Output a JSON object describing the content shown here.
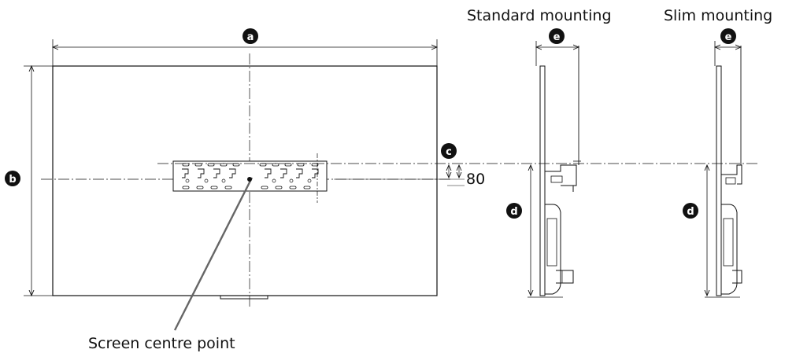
{
  "labels": {
    "standard_mounting": "Standard mounting",
    "slim_mounting": "Slim mounting",
    "dimension_80": "80",
    "screen_centre_point": "Screen centre point"
  },
  "badges": {
    "a": "a",
    "b": "b",
    "c": "c",
    "d": "d",
    "e": "e"
  },
  "colors": {
    "line": "#111111",
    "badge": "#111111",
    "leader": "#666666"
  }
}
